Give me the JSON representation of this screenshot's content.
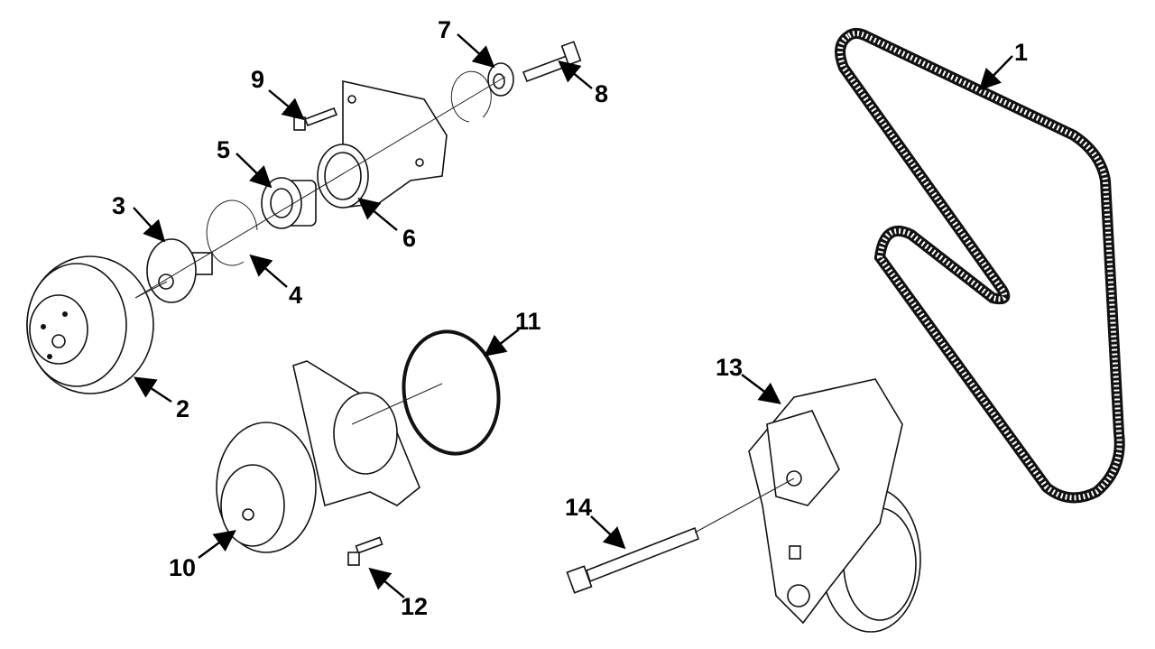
{
  "diagram": {
    "type": "exploded parts diagram",
    "callouts": [
      "1",
      "2",
      "3",
      "4",
      "5",
      "6",
      "7",
      "8",
      "9",
      "10",
      "11",
      "12",
      "13",
      "14"
    ]
  }
}
